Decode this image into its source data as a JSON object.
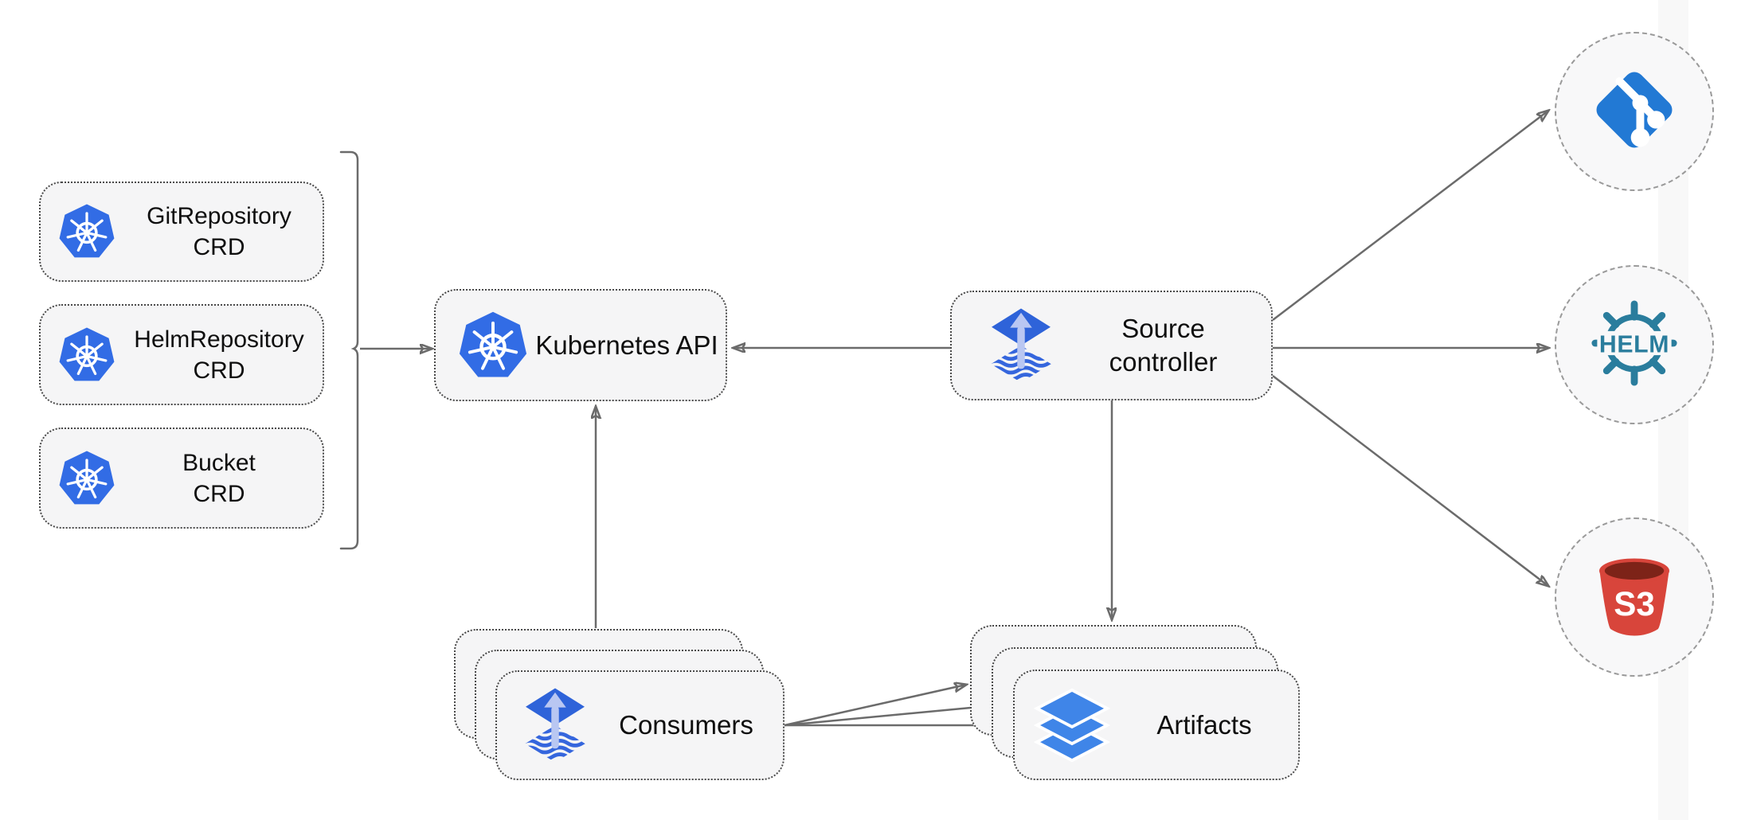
{
  "diagram": {
    "crds": [
      {
        "line1": "GitRepository",
        "line2": "CRD"
      },
      {
        "line1": "HelmRepository",
        "line2": "CRD"
      },
      {
        "line1": "Bucket",
        "line2": "CRD"
      }
    ],
    "kubernetes_api": {
      "label": "Kubernetes API"
    },
    "source_controller": {
      "line1": "Source",
      "line2": "controller"
    },
    "consumers": {
      "label": "Consumers"
    },
    "artifacts": {
      "label": "Artifacts"
    },
    "externals": [
      {
        "name": "git"
      },
      {
        "name": "helm",
        "label": "HELM"
      },
      {
        "name": "s3",
        "label": "S3"
      }
    ]
  },
  "colors": {
    "kubernetes_blue": "#326CE5",
    "flux_blue": "#2e63d9",
    "flux_arrow_light": "#b9c7f2",
    "git_blue": "#2279d4",
    "helm_teal": "#2a7d9d",
    "s3_red": "#d8453b",
    "s3_dark_red": "#7d2318",
    "layers_blue": "#3f85e8",
    "edge_gray": "#6b6b6b"
  }
}
